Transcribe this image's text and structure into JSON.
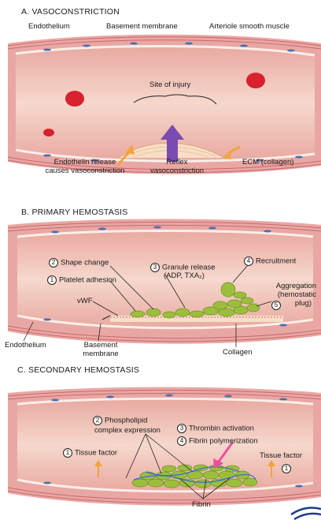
{
  "panels": {
    "a": {
      "heading": "A. VASOCONSTRICTION",
      "labels": {
        "endothelium": "Endothelium",
        "basement_membrane": "Basement membrane",
        "arteriole_smooth_muscle": "Arteriole smooth muscle",
        "site_of_injury": "Site of injury",
        "endothelin_1": "Endothelin release",
        "endothelin_2": "causes vasoconstriction",
        "reflex_1": "Reflex",
        "reflex_2": "vasoconstriction",
        "ecm": "ECM (collagen)"
      }
    },
    "b": {
      "heading": "B. PRIMARY HEMOSTASIS",
      "labels": {
        "shape_change_num": "2",
        "shape_change": "Shape change",
        "granule_num": "3",
        "granule_1": "Granule release",
        "granule_2": "(ADP, TXA₂)",
        "recruitment_num": "4",
        "recruitment": "Recruitment",
        "adhesion_num": "1",
        "adhesion": "Platelet adhesion",
        "vwf": "vWF",
        "aggregation_1": "Aggregation",
        "aggregation_2": "(hemostatic",
        "aggregation_3": "plug)",
        "aggregation_num": "5",
        "endothelium": "Endothelium",
        "basement_1": "Basement",
        "basement_2": "membrane",
        "collagen": "Collagen"
      }
    },
    "c": {
      "heading": "C. SECONDARY HEMOSTASIS",
      "labels": {
        "phospholipid_num": "2",
        "phospholipid_1": "Phospholipid",
        "phospholipid_2": "complex expression",
        "thrombin_num": "3",
        "thrombin": "Thrombin activation",
        "fibrin_poly_num": "4",
        "fibrin_poly": "Fibrin polymerization",
        "tissue_factor_left_num": "1",
        "tissue_factor_left": "Tissue factor",
        "tissue_factor_right": "Tissue factor",
        "tissue_factor_right_num": "1",
        "fibrin": "Fibrin"
      }
    }
  },
  "colors": {
    "vessel_wall": "#e9a7a4",
    "lumen": "#f3cfc4",
    "muscle_line": "#c05a5c",
    "endothelium": "#fbeee8",
    "nucleus": "#4b6fb0",
    "rbc": "#d8212e",
    "platelet": "#9bbf3c",
    "arrow_orange": "#f2a43a",
    "arrow_purple": "#7a4bb0",
    "arrow_pink": "#ec4f9c"
  }
}
